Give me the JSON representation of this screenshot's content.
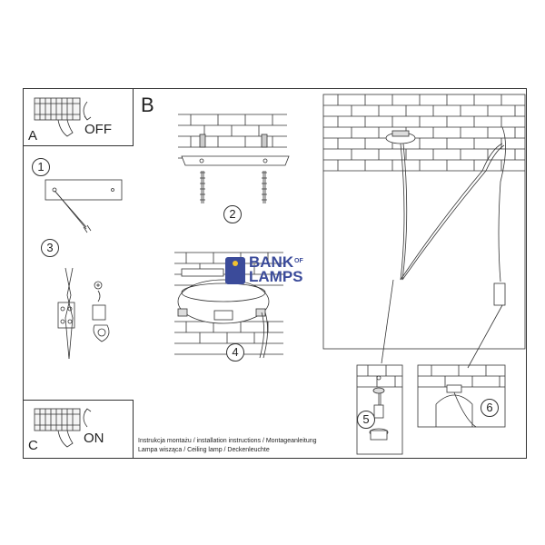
{
  "panels": {
    "a": {
      "letter": "A",
      "action": "OFF"
    },
    "b": {
      "letter": "B"
    },
    "c": {
      "letter": "C",
      "action": "ON"
    }
  },
  "steps": [
    "1",
    "2",
    "3",
    "4",
    "5",
    "6"
  ],
  "watermark": {
    "line1": "BANK",
    "of": "OF",
    "line2": "LAMPS"
  },
  "caption": {
    "line1": "Instrukcja montażu / installation instructions / Montageanleitung",
    "line2": "Lampa wisząca / Ceiling lamp / Deckenleuchte"
  }
}
